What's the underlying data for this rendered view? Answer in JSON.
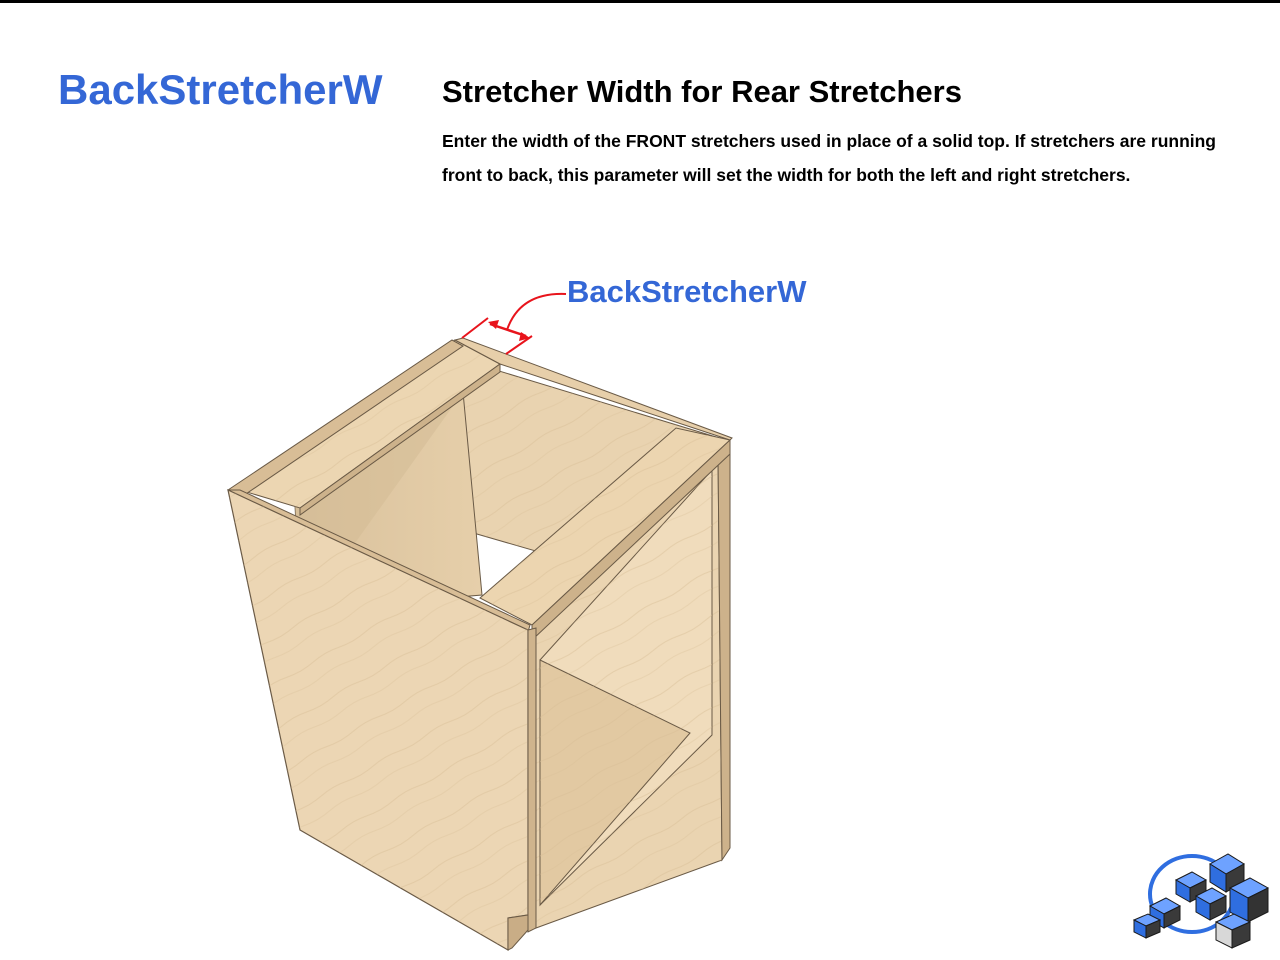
{
  "header": {
    "param_name": "BackStretcherW",
    "title": "Stretcher Width for Rear Stretchers",
    "description_line1": "Enter the width of the FRONT stretchers used in place of a solid top. If stretchers are running",
    "description_line2": "front to back, this parameter will set the width for both the left and right stretchers."
  },
  "diagram": {
    "callout_label": "BackStretcherW",
    "dimension_color": "#e8141c",
    "label_color": "#3467d6"
  },
  "colors": {
    "wood_light": "#efd9b8",
    "wood_mid": "#e3c9a1",
    "wood_dark": "#cdb28b",
    "brand_blue": "#2f6ee0"
  }
}
